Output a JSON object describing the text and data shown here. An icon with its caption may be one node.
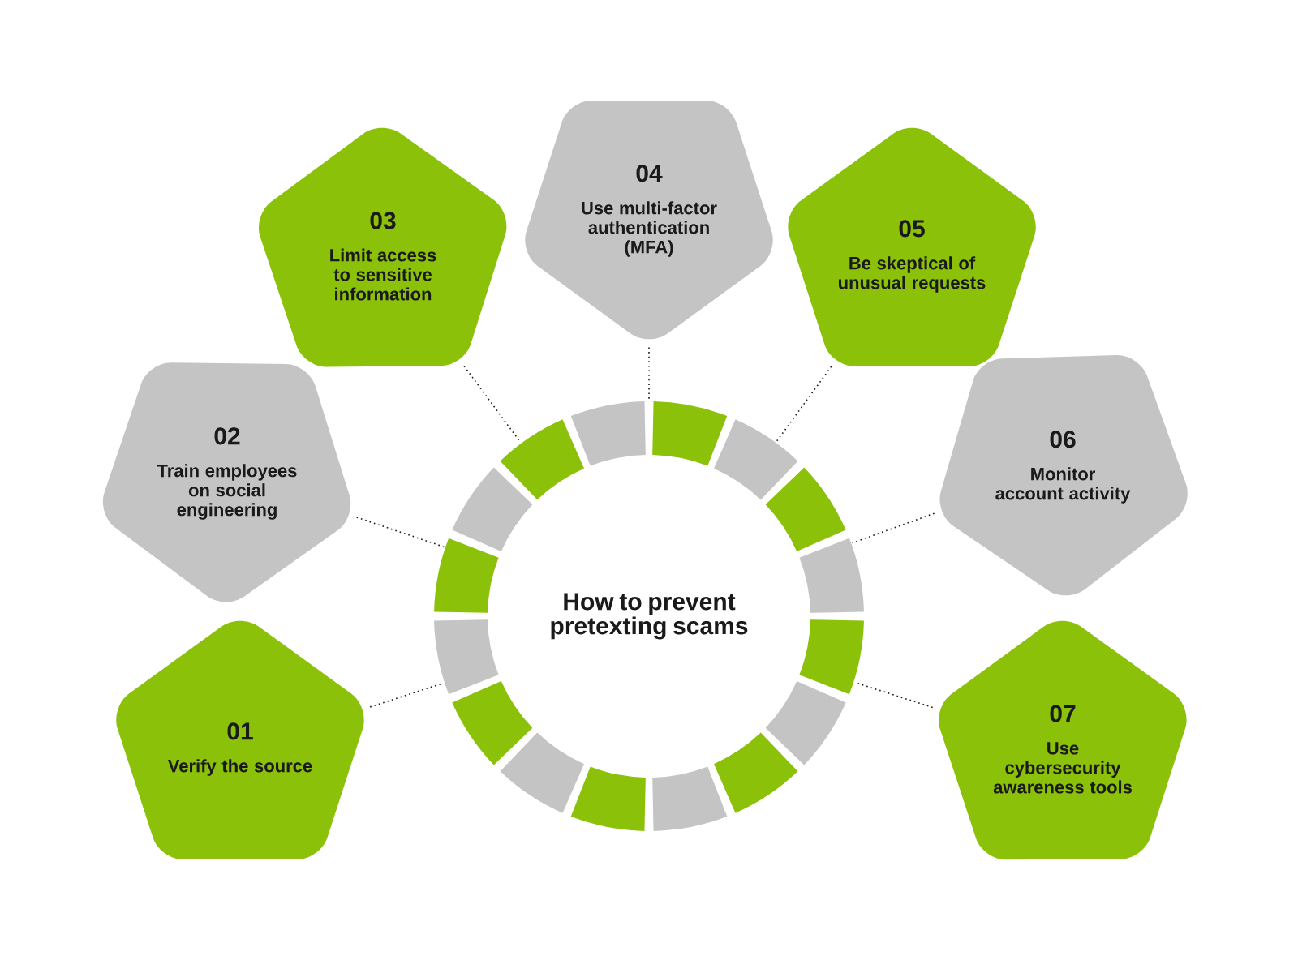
{
  "diagram": {
    "nodes": [
      {
        "text": [
          "How to prevent pretexting scams"
        ]
      },
      {
        "text": [
          "01",
          "Verify the source"
        ]
      },
      {
        "text": [
          "02",
          "Train employees on social engineering"
        ]
      },
      {
        "text": [
          "03",
          "Limit access to sensitive information"
        ]
      },
      {
        "text": [
          "04",
          "Use multi-factor authentication (MFA)"
        ]
      },
      {
        "text": [
          "05",
          "Be skeptical of unusual requests"
        ]
      },
      {
        "text": [
          "06",
          "Monitor account activity"
        ]
      },
      {
        "text": [
          "07",
          "Use cybersecurity awareness tools"
        ]
      }
    ],
    "edges": [
      {
        "from": 1,
        "to": 0,
        "arrow": "none"
      },
      {
        "from": 2,
        "to": 0,
        "arrow": "none"
      },
      {
        "from": 3,
        "to": 0,
        "arrow": "none"
      },
      {
        "from": 4,
        "to": 0,
        "arrow": "none"
      },
      {
        "from": 5,
        "to": 0,
        "arrow": "none"
      },
      {
        "from": 6,
        "to": 0,
        "arrow": "none"
      },
      {
        "from": 7,
        "to": 0,
        "arrow": "none"
      }
    ]
  }
}
